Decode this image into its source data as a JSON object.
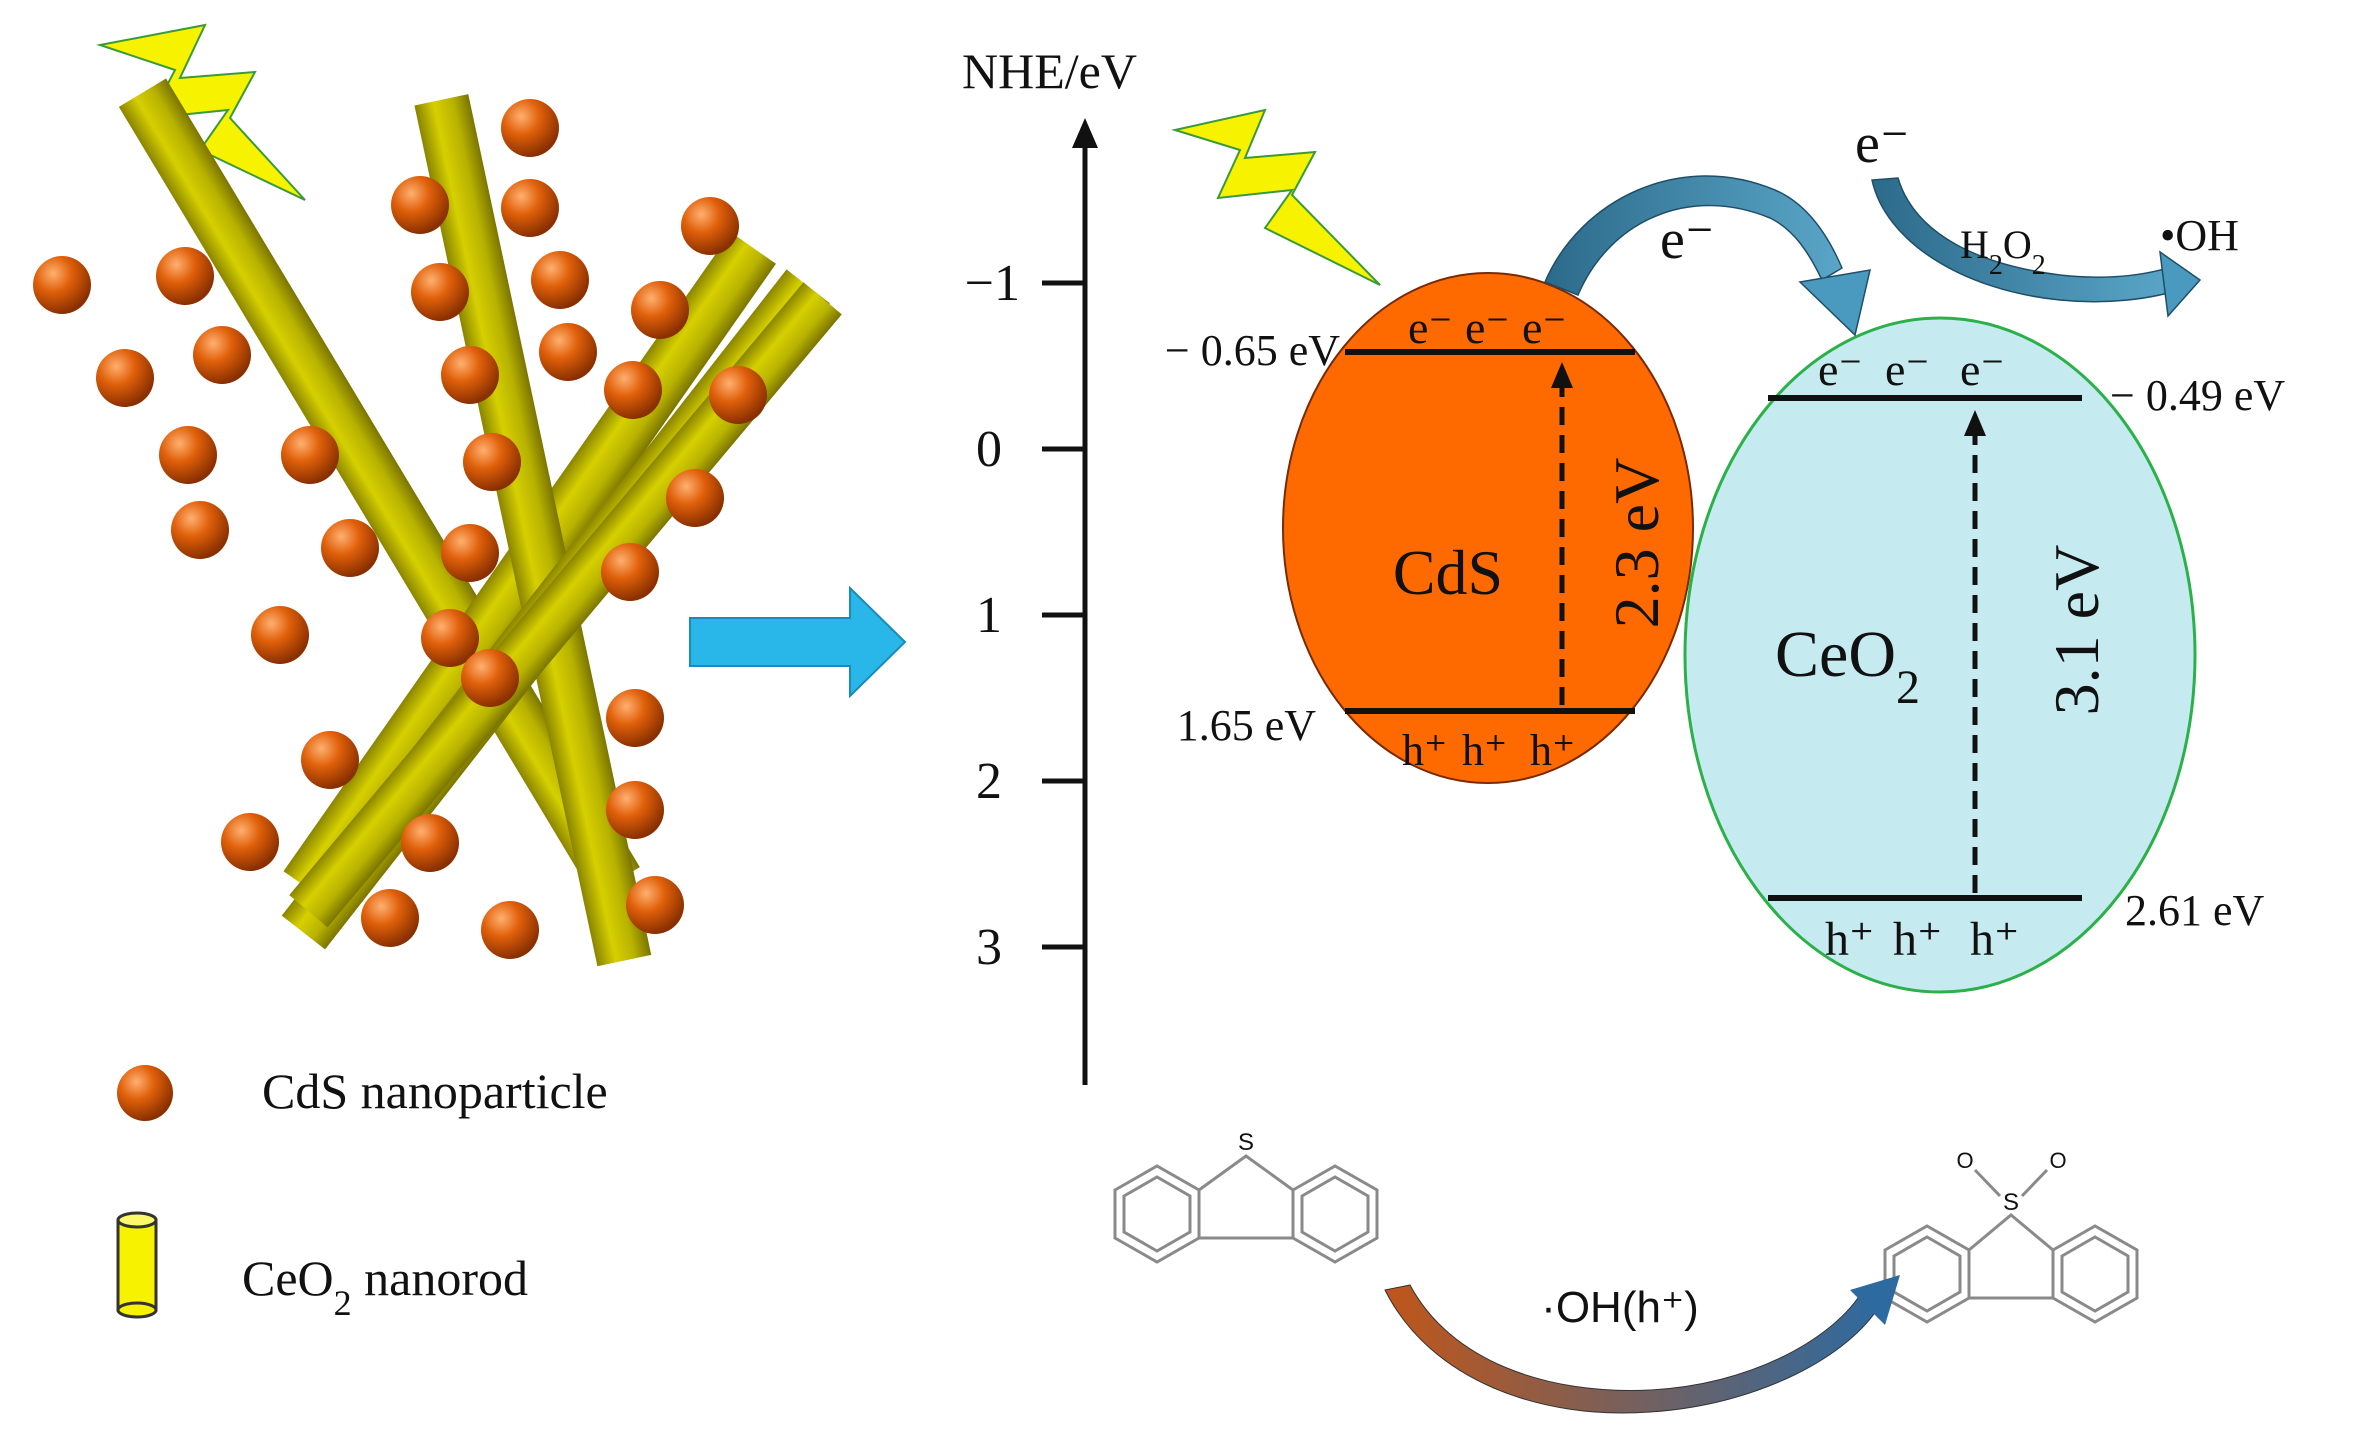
{
  "axis": {
    "label": "NHE/eV",
    "ticks": [
      "−1",
      "0",
      "1",
      "2",
      "3"
    ]
  },
  "cds": {
    "name": "CdS",
    "gap": "2.3 eV",
    "cb_value": "− 0.65 eV",
    "vb_value": "1.65 eV",
    "cb_carriers": [
      "e⁻",
      "e⁻",
      "e⁻"
    ],
    "vb_carriers": [
      "h⁺",
      "h⁺",
      "h⁺"
    ],
    "color": "#ff6a00"
  },
  "ceo2": {
    "name": "CeO",
    "name_sub": "2",
    "gap": "3.1 eV",
    "cb_value": "− 0.49 eV",
    "vb_value": "2.61 eV",
    "cb_carriers": [
      "e⁻",
      "e⁻",
      "e⁻"
    ],
    "vb_carriers": [
      "h⁺",
      "h⁺",
      "h⁺"
    ],
    "color": "#c5eaf0"
  },
  "transfer": {
    "electron_label": "e⁻",
    "electron_label_2": "e⁻",
    "reactant": "H",
    "reactant_sub1": "2",
    "reactant_mid": "O",
    "reactant_sub2": "2",
    "product": "•OH"
  },
  "legend": {
    "particle_label": "CdS nanoparticle",
    "rod_label_main": "CeO",
    "rod_label_sub": "2",
    "rod_label_tail": " nanorod"
  },
  "reaction": {
    "condition": "·OH(h⁺)",
    "sulfur_label": "S",
    "oxygen_label": "O"
  },
  "colors": {
    "rod": "#c8c000",
    "particle": "#e0600a",
    "arrow_blue": "#29b6e8",
    "curved_arrow": "#3f88a8",
    "lightning": "#f4f000"
  }
}
